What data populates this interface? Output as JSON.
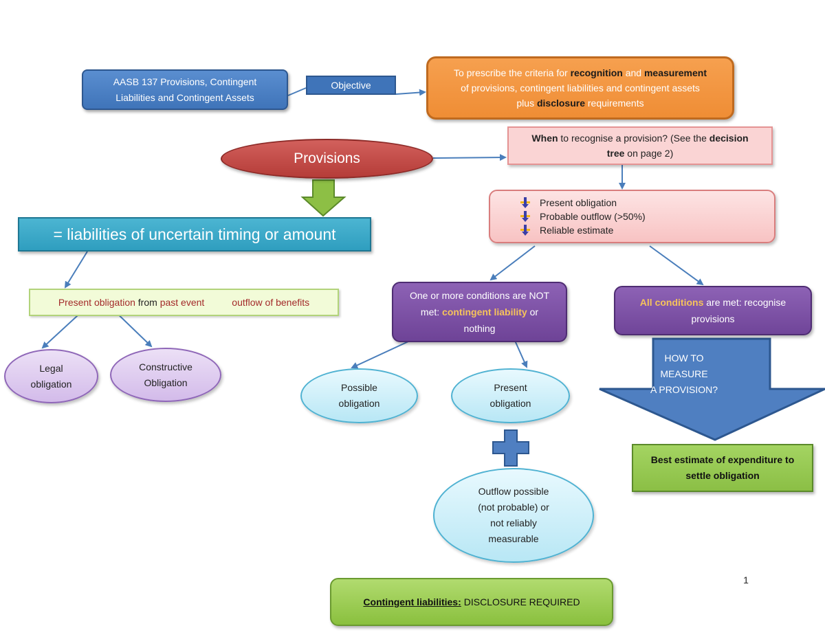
{
  "title": {
    "line1": "AASB 137 Provisions, Contingent",
    "line2": "Liabilities and Contingent Assets"
  },
  "objective": "Objective",
  "purpose": {
    "l1_a": "To prescribe the criteria for ",
    "l1_b": "recognition",
    "l1_c": " and ",
    "l1_d": "measurement",
    "l2": "of provisions, contingent liabilities and contingent assets",
    "l3_a": "plus ",
    "l3_b": "disclosure",
    "l3_c": " requirements"
  },
  "provisions": "Provisions",
  "liabilities_def": "= liabilities of uncertain timing or amount",
  "present_event": {
    "part1": "Present obligation",
    "part2": " from ",
    "part3": "past event",
    "part4": "outflow of benefits"
  },
  "legal": {
    "line1": "Legal",
    "line2": "obligation"
  },
  "constructive": {
    "line1": "Constructive",
    "line2": "Obligation"
  },
  "when": {
    "a": "When",
    "b": " to recognise a provision? (See the ",
    "c": "decision",
    "d": "tree",
    "e": " on page 2)"
  },
  "conditions": [
    "Present obligation",
    "Probable outflow (>50%)",
    "Reliable estimate"
  ],
  "not_met": {
    "line1": "One or more conditions are NOT",
    "line2a": "met: ",
    "line2b": "contingent liability",
    "line2c": " or",
    "line3": "nothing"
  },
  "all_met": {
    "a": "All conditions",
    "b": " are met: recognise",
    "line2": "provisions"
  },
  "possible": {
    "line1": "Possible",
    "line2": "obligation"
  },
  "present": {
    "line1": "Present",
    "line2": "obligation"
  },
  "outflow": {
    "line1": "Outflow possible",
    "line2": "(not probable) or",
    "line3": "not reliably",
    "line4": "measurable"
  },
  "measure": {
    "line1": "HOW TO MEASURE",
    "line2": "A PROVISION?"
  },
  "best_estimate": {
    "line1": "Best estimate of expenditure to",
    "line2": "settle obligation"
  },
  "disclosure": {
    "a": "Contingent liabilities:",
    "b": " DISCLOSURE REQUIRED"
  },
  "page_number": "1",
  "colors": {
    "connector": "#4a7ebb",
    "green_arrow": "#8dbf45",
    "blue_arrow": "#4f7fc1",
    "plus": "#4f7fc1"
  }
}
